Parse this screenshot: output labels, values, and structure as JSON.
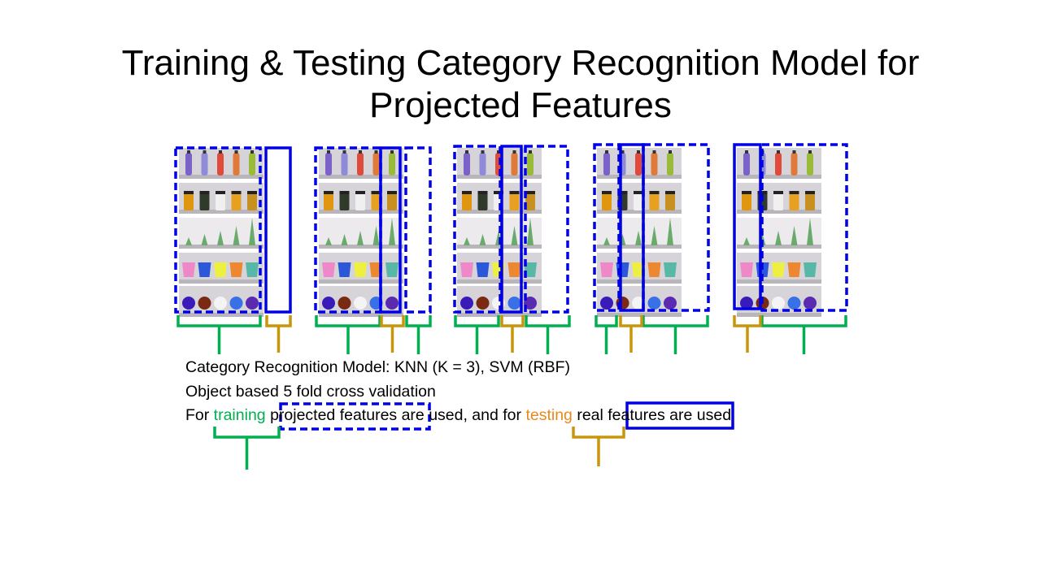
{
  "title": {
    "line1": "Training & Testing Category Recognition Model for",
    "line2": "Projected Features"
  },
  "figure": {
    "panel_count": 5,
    "rows": [
      "bottles",
      "jars",
      "cones",
      "cups",
      "balls"
    ],
    "objects_per_row": 5
  },
  "text": {
    "line1": "Category Recognition Model: KNN (K = 3), SVM (RBF)",
    "line2": "Object based 5 fold cross validation",
    "line3": {
      "for": "For ",
      "training": "training",
      "projected": "projected features",
      "mid": " are used, and for ",
      "testing": "testing",
      "real": "real features",
      "end": " are used"
    }
  },
  "colors": {
    "box": "#0000e6",
    "train_brace": "#00b050",
    "test_brace": "#c8960a"
  }
}
